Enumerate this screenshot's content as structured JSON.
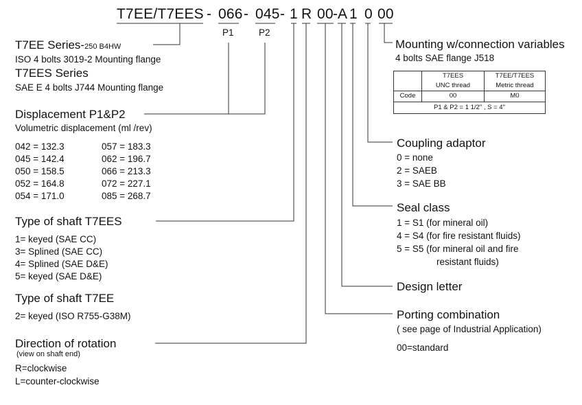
{
  "code": {
    "prefix": "T7EE/T7EES",
    "sep1": "-",
    "p1": "066",
    "sep2": "-",
    "p2": "045",
    "sep3": "-",
    "shaft": "1",
    "rotation": "R",
    "porting": "00",
    "sep4": "-",
    "design": "A",
    "seal": "1",
    "coupling": "0",
    "mounting": "00",
    "p1_label": "P1",
    "p2_label": "P2"
  },
  "series": {
    "t7ee_title": "T7EE Series-",
    "t7ee_suffix": "250 B4HW",
    "t7ee_desc": "ISO 4 bolts 3019-2 Mounting flange",
    "t7ees_title": "T7EES Series",
    "t7ees_desc": "SAE E 4 bolts J744 Mounting flange"
  },
  "displacement": {
    "title": "Displacement P1&P2",
    "subtitle": "Volumetric displacement (ml /rev)",
    "left": [
      "042 = 132.3",
      "045 = 142.4",
      "050 = 158.5",
      "052 = 164.8",
      "054 = 171.0"
    ],
    "right": [
      "057 = 183.3",
      "062 = 196.7",
      "066 = 213.3",
      "072 = 227.1",
      "085 = 268.7"
    ]
  },
  "shaft_t7ees": {
    "title": "Type of shaft T7EES",
    "items": [
      "1= keyed (SAE CC)",
      "3= Splined (SAE CC)",
      "4= Splined (SAE D&E)",
      "5= keyed (SAE D&E)"
    ]
  },
  "shaft_t7ee": {
    "title": "Type of shaft T7EE",
    "items": [
      "2= keyed (ISO R755-G38M)"
    ]
  },
  "rotation": {
    "title": "Direction of rotation",
    "note": "(view on shaft end)",
    "items": [
      "R=clockwise",
      "L=counter-clockwise"
    ]
  },
  "mounting": {
    "title": "Mounting w/connection variables",
    "subtitle": "4 bolts SAE flange J518",
    "table": {
      "h2_line1": "T7EES",
      "h2_line2": "UNC thread",
      "h3_line1": "T7EE/T7EES",
      "h3_line2": "Metric thread",
      "row_label": "Code",
      "v2": "00",
      "v3": "M0",
      "footer": "P1 & P2 = 1 1/2\"  ,  S = 4\""
    }
  },
  "coupling": {
    "title": "Coupling adaptor",
    "items": [
      "0 = none",
      "2 = SAEB",
      "3 = SAE BB"
    ]
  },
  "seal": {
    "title": "Seal class",
    "items": [
      "1 = S1 (for mineral oil)",
      "4 = S4 (for fire resistant fluids)",
      "5 = S5 (for mineral oil and fire"
    ],
    "cont": "resistant fluids)"
  },
  "design": {
    "title": "Design letter"
  },
  "porting": {
    "title": "Porting combination",
    "note": "( see page of Industrial Application)",
    "item": "00=standard"
  }
}
